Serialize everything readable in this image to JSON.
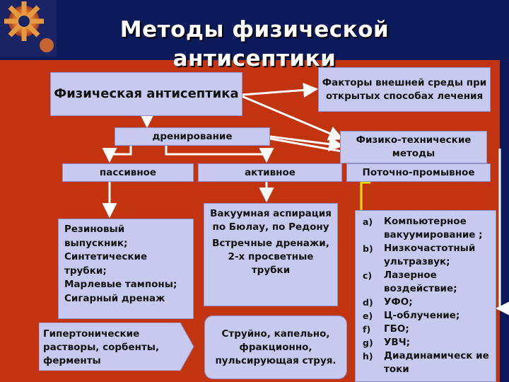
{
  "title": "Методы физической антисептики",
  "root": "Физическая антисептика",
  "factors": "Факторы внешней среды при открытых способах лечения",
  "drain": "дренирование",
  "physicotech": "Физико-технические методы",
  "passive": "пассивное",
  "active": "активное",
  "flow": "Поточно-промывное",
  "passive_list": [
    "Резиновый выпускник;",
    "Синтетические трубки;",
    "Марлевые тампоны;",
    "Сигарный дренаж"
  ],
  "active_text1": "Вакуумная аспирация по Бюлау, по Редону",
  "active_text2": "Встречные дренажи, 2-х просветные трубки",
  "hyper": "Гипертонические растворы, сорбенты, ферменты",
  "jet": "Струйно, капельно, фракционно, пульсирующая струя.",
  "methods": [
    {
      "mk": "a)",
      "text": "Компьютерное вакуумирование ;"
    },
    {
      "mk": "b)",
      "text": "Низкочастотный ультразвук;"
    },
    {
      "mk": "c)",
      "text": "Лазерное воздействие;"
    },
    {
      "mk": "d)",
      "text": "УФО;"
    },
    {
      "mk": "e)",
      "text": "Ц-облучение;"
    },
    {
      "mk": "f)",
      "text": "ГБО;"
    },
    {
      "mk": "g)",
      "text": "УВЧ;"
    },
    {
      "mk": "h)",
      "text": "Диадинамическ ие токи"
    }
  ],
  "colors": {
    "panel": "#c2330f",
    "background": "#0c1a5c",
    "box": "#c8c9ef",
    "connector": "#ffffff",
    "highlight": "#f2e600"
  }
}
